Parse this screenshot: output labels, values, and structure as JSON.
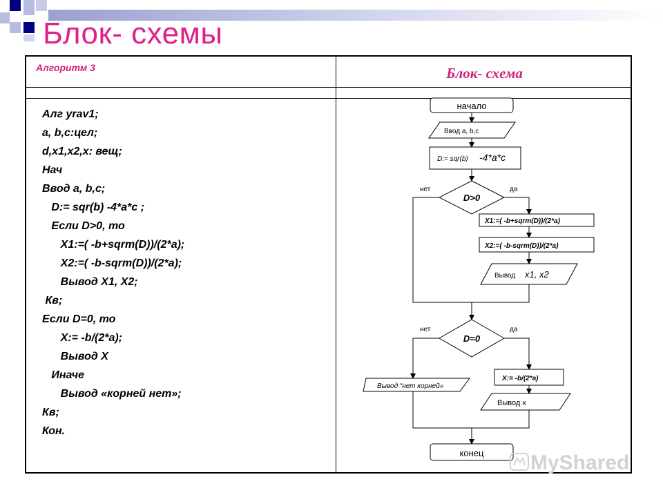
{
  "title": "Блок- схемы",
  "table": {
    "header_left": "Алгоритм 3",
    "header_right": "Блок- схема"
  },
  "code_lines": [
    "Алг yrav1;",
    "a, b,c:цел;",
    "d,x1,x2,x: вещ;",
    "Нач",
    "Ввод a, b,c;",
    "   D:= sqr(b) -4*a*c ;",
    "   Если D>0, то",
    "      X1:=( -b+sqrт(D))/(2*a);",
    "      X2:=( -b-sqrт(D))/(2*a);",
    "      Вывод X1, X2;",
    " Кв;",
    "Если D=0, то",
    "      X:= -b/(2*a);",
    "      Вывод X",
    "   Иначе",
    "      Вывод «корней нет»;",
    "Кв;",
    "Кон."
  ],
  "flowchart": {
    "start": "начало",
    "input": "Ввод a, b,c",
    "assign_d_prefix": "D:= sqr(b)",
    "assign_d_suffix": "-4*a*c",
    "decision1": "D>0",
    "no1": "нет",
    "yes1": "да",
    "x1": "X1:=( -b+sqrт(D))/(2*a)",
    "x2": "X2:=( -b-sqrт(D))/(2*a)",
    "output12_prefix": "Вывод",
    "output12_suffix": "x1, x2",
    "decision2": "D=0",
    "no2": "нет",
    "yes2": "да",
    "x_assign": "X:= -b/(2*a)",
    "output_none": "Вывод “нет корней»",
    "output_x": "Вывод х",
    "end": "конец"
  },
  "watermark": "MyShared",
  "colors": {
    "title": "#e0208a",
    "header": "#d0207a",
    "deco_dark": "#000080",
    "deco_light": "#b8bce0"
  }
}
